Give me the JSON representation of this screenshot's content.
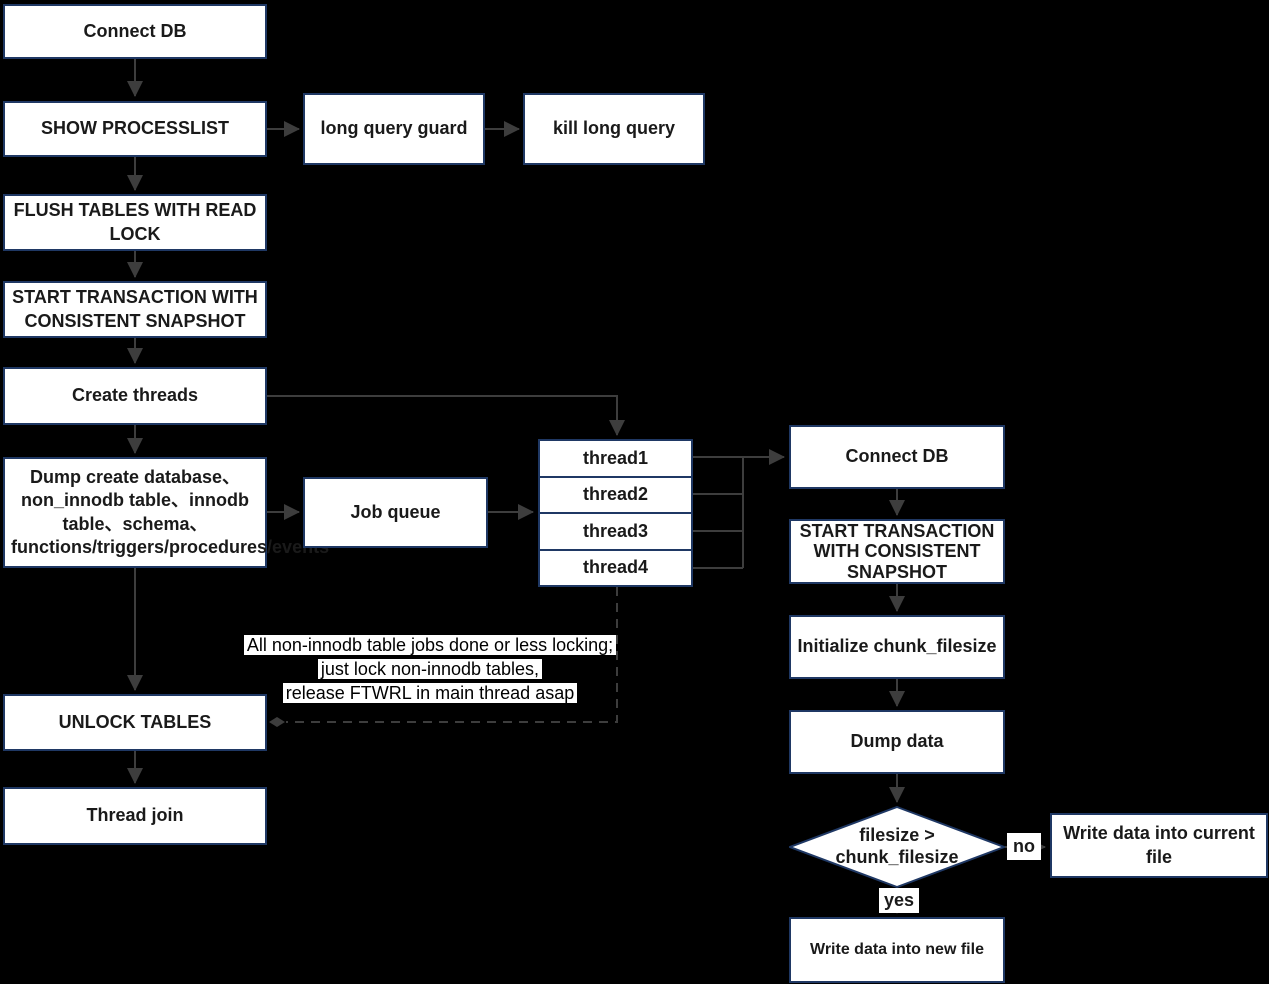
{
  "colors": {
    "background": "#000000",
    "box_fill": "#ffffff",
    "box_border": "#1f3864",
    "text": "#1a1a1a",
    "connector": "#3d3d3d"
  },
  "nodes": {
    "connect_db_main": "Connect DB",
    "show_processlist": "SHOW PROCESSLIST",
    "flush_tables": "FLUSH TABLES WITH READ LOCK",
    "start_transaction_main": "START TRANSACTION WITH CONSISTENT SNAPSHOT",
    "create_threads": "Create threads",
    "dump_create": "Dump create database、non_innodb table、innodb table、schema、functions/triggers/procedures/events",
    "unlock_tables": "UNLOCK TABLES",
    "thread_join": "Thread join",
    "long_query_guard": "long query guard",
    "kill_long_query": "kill long query",
    "job_queue": "Job queue",
    "thread1": "thread1",
    "thread2": "thread2",
    "thread3": "thread3",
    "thread4": "thread4",
    "connect_db_thread": "Connect DB",
    "start_transaction_thread": "START TRANSACTION WITH CONSISTENT SNAPSHOT",
    "initialize_chunk_filesize": "Initialize chunk_filesize",
    "dump_data": "Dump data",
    "filesize_decision": "filesize > chunk_filesize",
    "write_current_file": "Write data into current file",
    "write_new_file": "Write data into new file"
  },
  "edge_labels": {
    "no": "no",
    "yes": "yes"
  },
  "annotation": {
    "lines": [
      "All non-innodb table jobs done or less locking;",
      "just lock non-innodb tables,",
      "release FTWRL in main thread asap"
    ]
  }
}
